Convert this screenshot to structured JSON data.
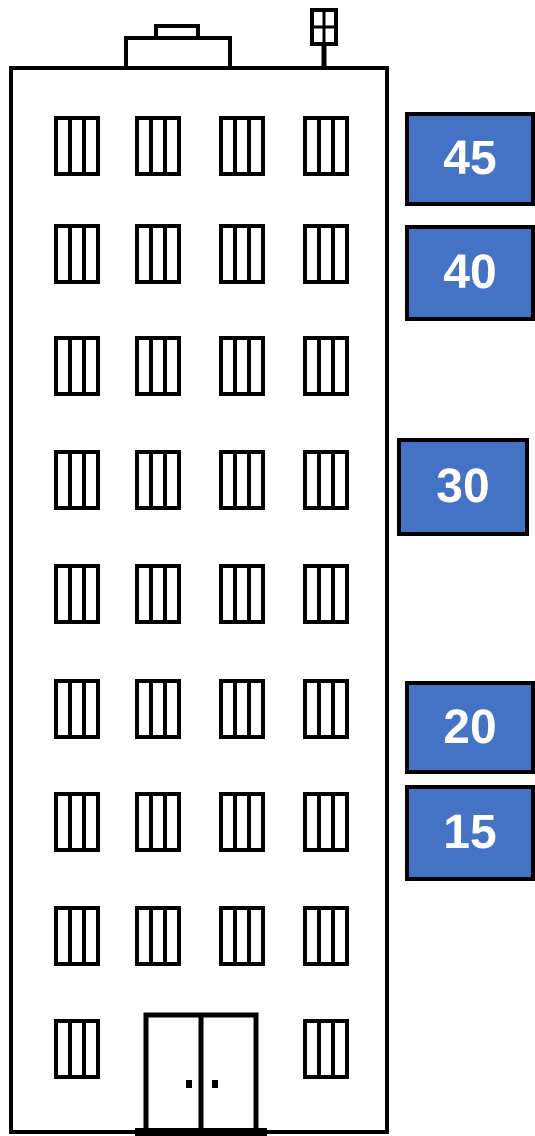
{
  "colors": {
    "label_fill": "#4472C4",
    "label_text": "#FFFFFF",
    "outline": "#000000",
    "building_fill": "#FFFFFF"
  },
  "floor_labels": [
    {
      "id": "floor-label-45",
      "text": "45"
    },
    {
      "id": "floor-label-40",
      "text": "40"
    },
    {
      "id": "floor-label-30",
      "text": "30"
    },
    {
      "id": "floor-label-20",
      "text": "20"
    },
    {
      "id": "floor-label-15",
      "text": "15"
    }
  ]
}
